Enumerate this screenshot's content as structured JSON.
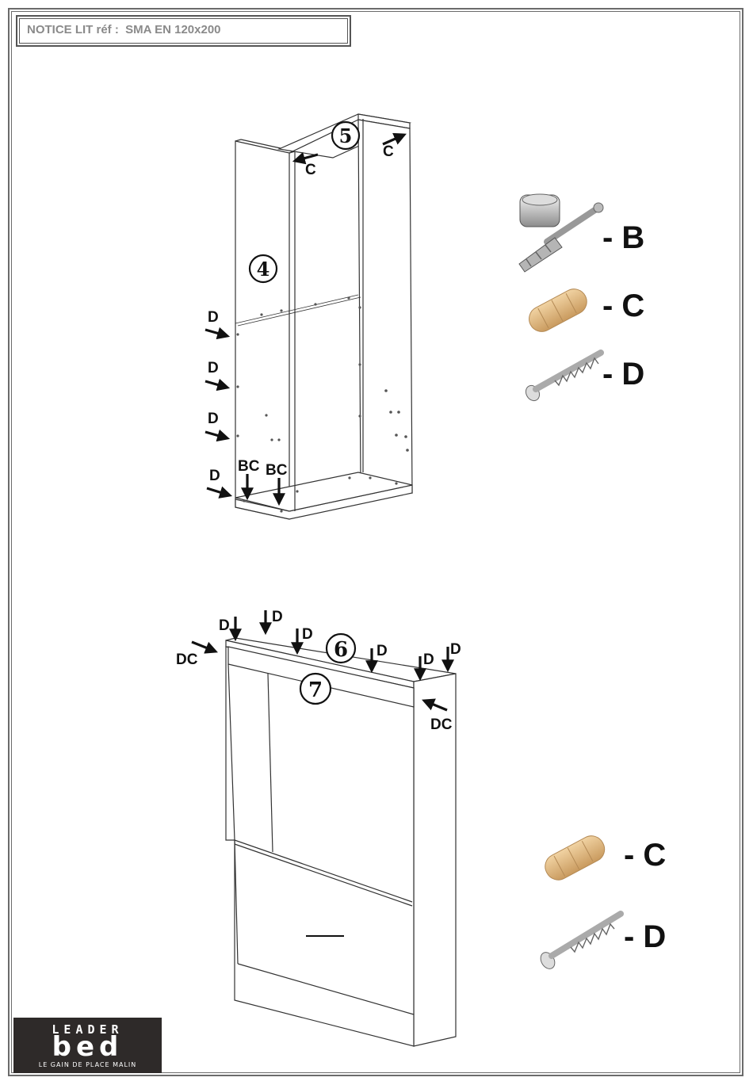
{
  "header": {
    "title": "NOTICE LIT réf :  SMA EN 120x200"
  },
  "step1": {
    "part_numbers": [
      "4",
      "5"
    ],
    "labels": {
      "c1": "C",
      "c2": "C",
      "d1": "D",
      "d2": "D",
      "d3": "D",
      "d4": "D",
      "bc1": "BC",
      "bc2": "BC"
    }
  },
  "step2": {
    "part_numbers": [
      "6",
      "7"
    ],
    "labels": {
      "d1": "D",
      "d2": "D",
      "d3": "D",
      "d4": "D",
      "d5": "D",
      "d6": "D",
      "dc1": "DC",
      "dc2": "DC"
    }
  },
  "hardware_top": [
    {
      "icon": "cam-lock-bolt-icon",
      "label": "- B"
    },
    {
      "icon": "wooden-dowel-icon",
      "label": "- C"
    },
    {
      "icon": "screw-icon",
      "label": "- D"
    }
  ],
  "hardware_bottom": [
    {
      "icon": "wooden-dowel-icon",
      "label": "- C"
    },
    {
      "icon": "screw-icon",
      "label": "- D"
    }
  ],
  "logo": {
    "word": "LEADER",
    "bed": "bed",
    "tagline": "LE GAIN DE PLACE MALIN",
    "accent": "#e07a1f"
  }
}
